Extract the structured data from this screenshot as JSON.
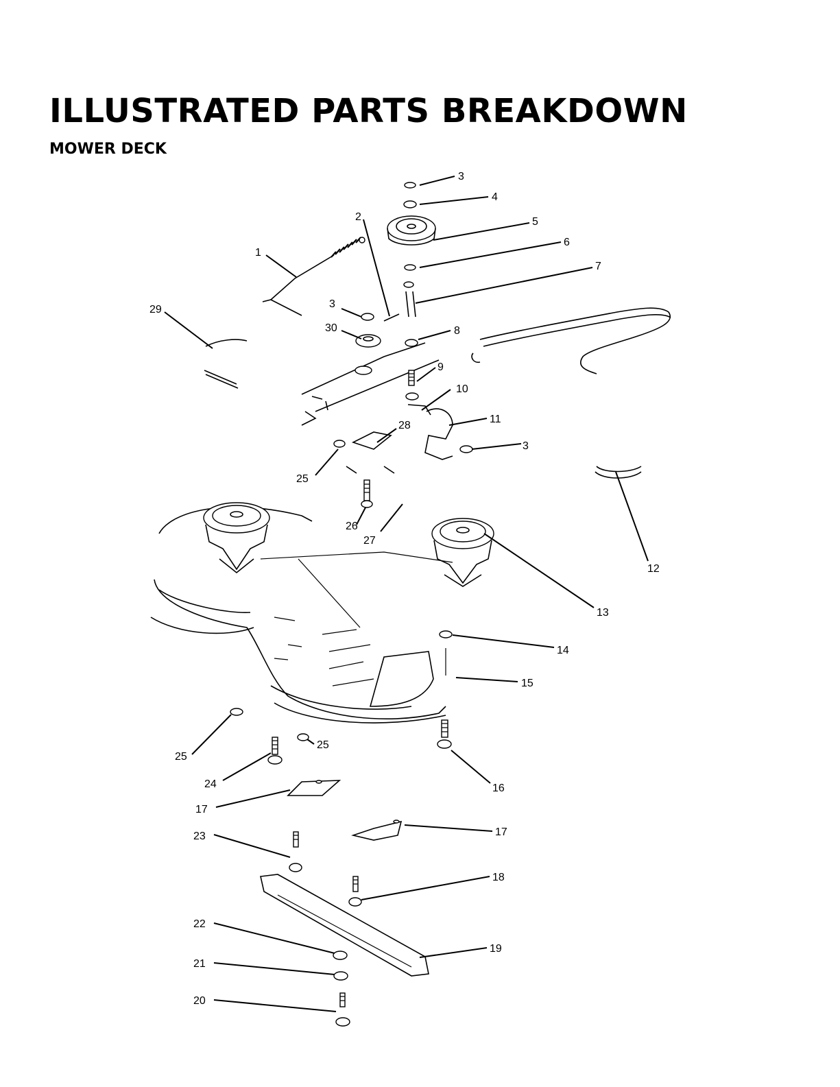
{
  "header": {
    "title": "ILLUSTRATED PARTS BREAKDOWN",
    "subtitle": "MOWER DECK"
  },
  "callouts": [
    {
      "id": "c1",
      "text": "1"
    },
    {
      "id": "c2",
      "text": "2"
    },
    {
      "id": "c3a",
      "text": "3"
    },
    {
      "id": "c3b",
      "text": "3"
    },
    {
      "id": "c3c",
      "text": "3"
    },
    {
      "id": "c4",
      "text": "4"
    },
    {
      "id": "c5",
      "text": "5"
    },
    {
      "id": "c6",
      "text": "6"
    },
    {
      "id": "c7",
      "text": "7"
    },
    {
      "id": "c8",
      "text": "8"
    },
    {
      "id": "c9",
      "text": "9"
    },
    {
      "id": "c10",
      "text": "10"
    },
    {
      "id": "c11",
      "text": "11"
    },
    {
      "id": "c12",
      "text": "12"
    },
    {
      "id": "c13",
      "text": "13"
    },
    {
      "id": "c14",
      "text": "14"
    },
    {
      "id": "c15",
      "text": "15"
    },
    {
      "id": "c16",
      "text": "16"
    },
    {
      "id": "c17a",
      "text": "17"
    },
    {
      "id": "c17b",
      "text": "17"
    },
    {
      "id": "c18",
      "text": "18"
    },
    {
      "id": "c19",
      "text": "19"
    },
    {
      "id": "c20",
      "text": "20"
    },
    {
      "id": "c21",
      "text": "21"
    },
    {
      "id": "c22",
      "text": "22"
    },
    {
      "id": "c23",
      "text": "23"
    },
    {
      "id": "c24",
      "text": "24"
    },
    {
      "id": "c25a",
      "text": "25"
    },
    {
      "id": "c25b",
      "text": "25"
    },
    {
      "id": "c25c",
      "text": "25"
    },
    {
      "id": "c26",
      "text": "26"
    },
    {
      "id": "c27",
      "text": "27"
    },
    {
      "id": "c28",
      "text": "28"
    },
    {
      "id": "c29",
      "text": "29"
    },
    {
      "id": "c30",
      "text": "30"
    }
  ]
}
